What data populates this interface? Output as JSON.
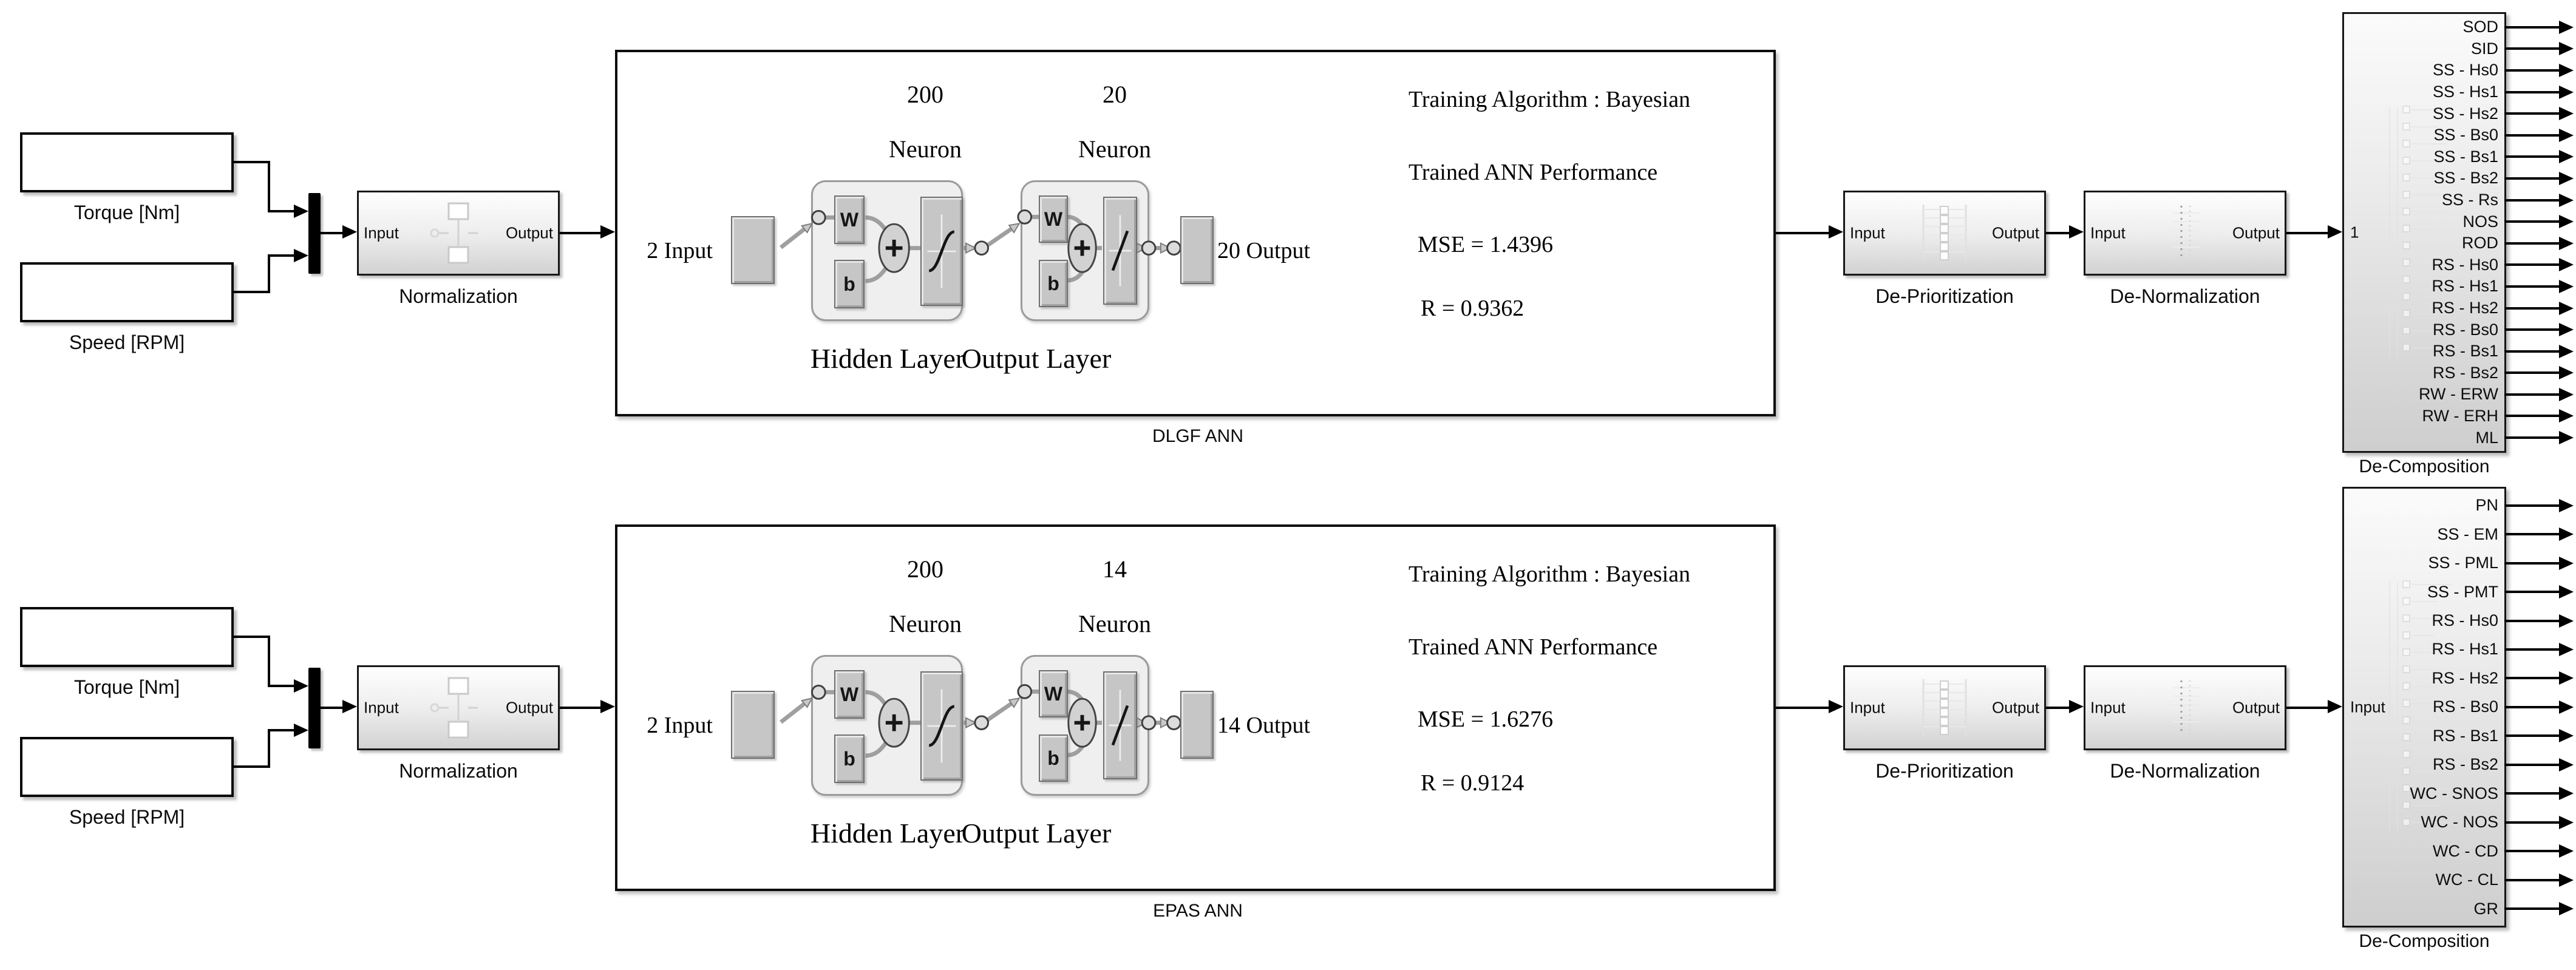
{
  "rows": [
    {
      "sources": [
        {
          "label": "Torque [Nm]"
        },
        {
          "label": "Speed [RPM]"
        }
      ],
      "normalization": {
        "name": "Normalization",
        "input_port": "Input",
        "output_port": "Output"
      },
      "ann": {
        "name": "DLGF  ANN",
        "input_annotation": "2 Input",
        "output_annotation": "20 Output",
        "hidden_layer": {
          "neurons": "200",
          "unit": "Neuron",
          "label": "Hidden Layer",
          "weight": "W",
          "bias": "b"
        },
        "output_layer": {
          "neurons": "20",
          "unit": "Neuron",
          "label": "Output Layer",
          "weight": "W",
          "bias": "b"
        },
        "training_algorithm": "Training Algorithm : Bayesian",
        "performance_title": "Trained ANN Performance",
        "mse": "MSE = 1.4396",
        "r": "R = 0.9362"
      },
      "deprioritization": {
        "name": "De-Prioritization",
        "input_port": "Input",
        "output_port": "Output"
      },
      "denormalization": {
        "name": "De-Normalization",
        "input_port": "Input",
        "output_port": "Output"
      },
      "decomposition": {
        "name": "De-Composition",
        "input_port": "1",
        "output_ports": [
          "SOD",
          "SID",
          "SS - Hs0",
          "SS - Hs1",
          "SS - Hs2",
          "SS - Bs0",
          "SS - Bs1",
          "SS - Bs2",
          "SS - Rs",
          "NOS",
          "ROD",
          "RS - Hs0",
          "RS - Hs1",
          "RS - Hs2",
          "RS - Bs0",
          "RS - Bs1",
          "RS - Bs2",
          "RW - ERW",
          "RW - ERH",
          "ML"
        ]
      }
    },
    {
      "sources": [
        {
          "label": "Torque [Nm]"
        },
        {
          "label": "Speed [RPM]"
        }
      ],
      "normalization": {
        "name": "Normalization",
        "input_port": "Input",
        "output_port": "Output"
      },
      "ann": {
        "name": "EPAS  ANN",
        "input_annotation": "2 Input",
        "output_annotation": "14 Output",
        "hidden_layer": {
          "neurons": "200",
          "unit": "Neuron",
          "label": "Hidden Layer",
          "weight": "W",
          "bias": "b"
        },
        "output_layer": {
          "neurons": "14",
          "unit": "Neuron",
          "label": "Output Layer",
          "weight": "W",
          "bias": "b"
        },
        "training_algorithm": "Training Algorithm : Bayesian",
        "performance_title": "Trained ANN Performance",
        "mse": "MSE = 1.6276",
        "r": "R = 0.9124"
      },
      "deprioritization": {
        "name": "De-Prioritization",
        "input_port": "Input",
        "output_port": "Output"
      },
      "denormalization": {
        "name": "De-Normalization",
        "input_port": "Input",
        "output_port": "Output"
      },
      "decomposition": {
        "name": "De-Composition",
        "input_port": "Input",
        "output_ports": [
          "PN",
          "SS - EM",
          "SS - PML",
          "SS - PMT",
          "RS - Hs0",
          "RS - Hs1",
          "RS - Hs2",
          "RS - Bs0",
          "RS - Bs1",
          "RS - Bs2",
          "WC - SNOS",
          "WC - NOS",
          "WC - CD",
          "WC - CL",
          "GR"
        ]
      }
    }
  ],
  "colors": {
    "background": "#ffffff",
    "wire": "#000000",
    "block_gradient_top": "#fefefe",
    "block_gradient_bottom": "#d2d2d2",
    "neuron_gray": "#c6c6c6",
    "container_gray": "#efefef",
    "shadow": "#b5b5b5"
  }
}
